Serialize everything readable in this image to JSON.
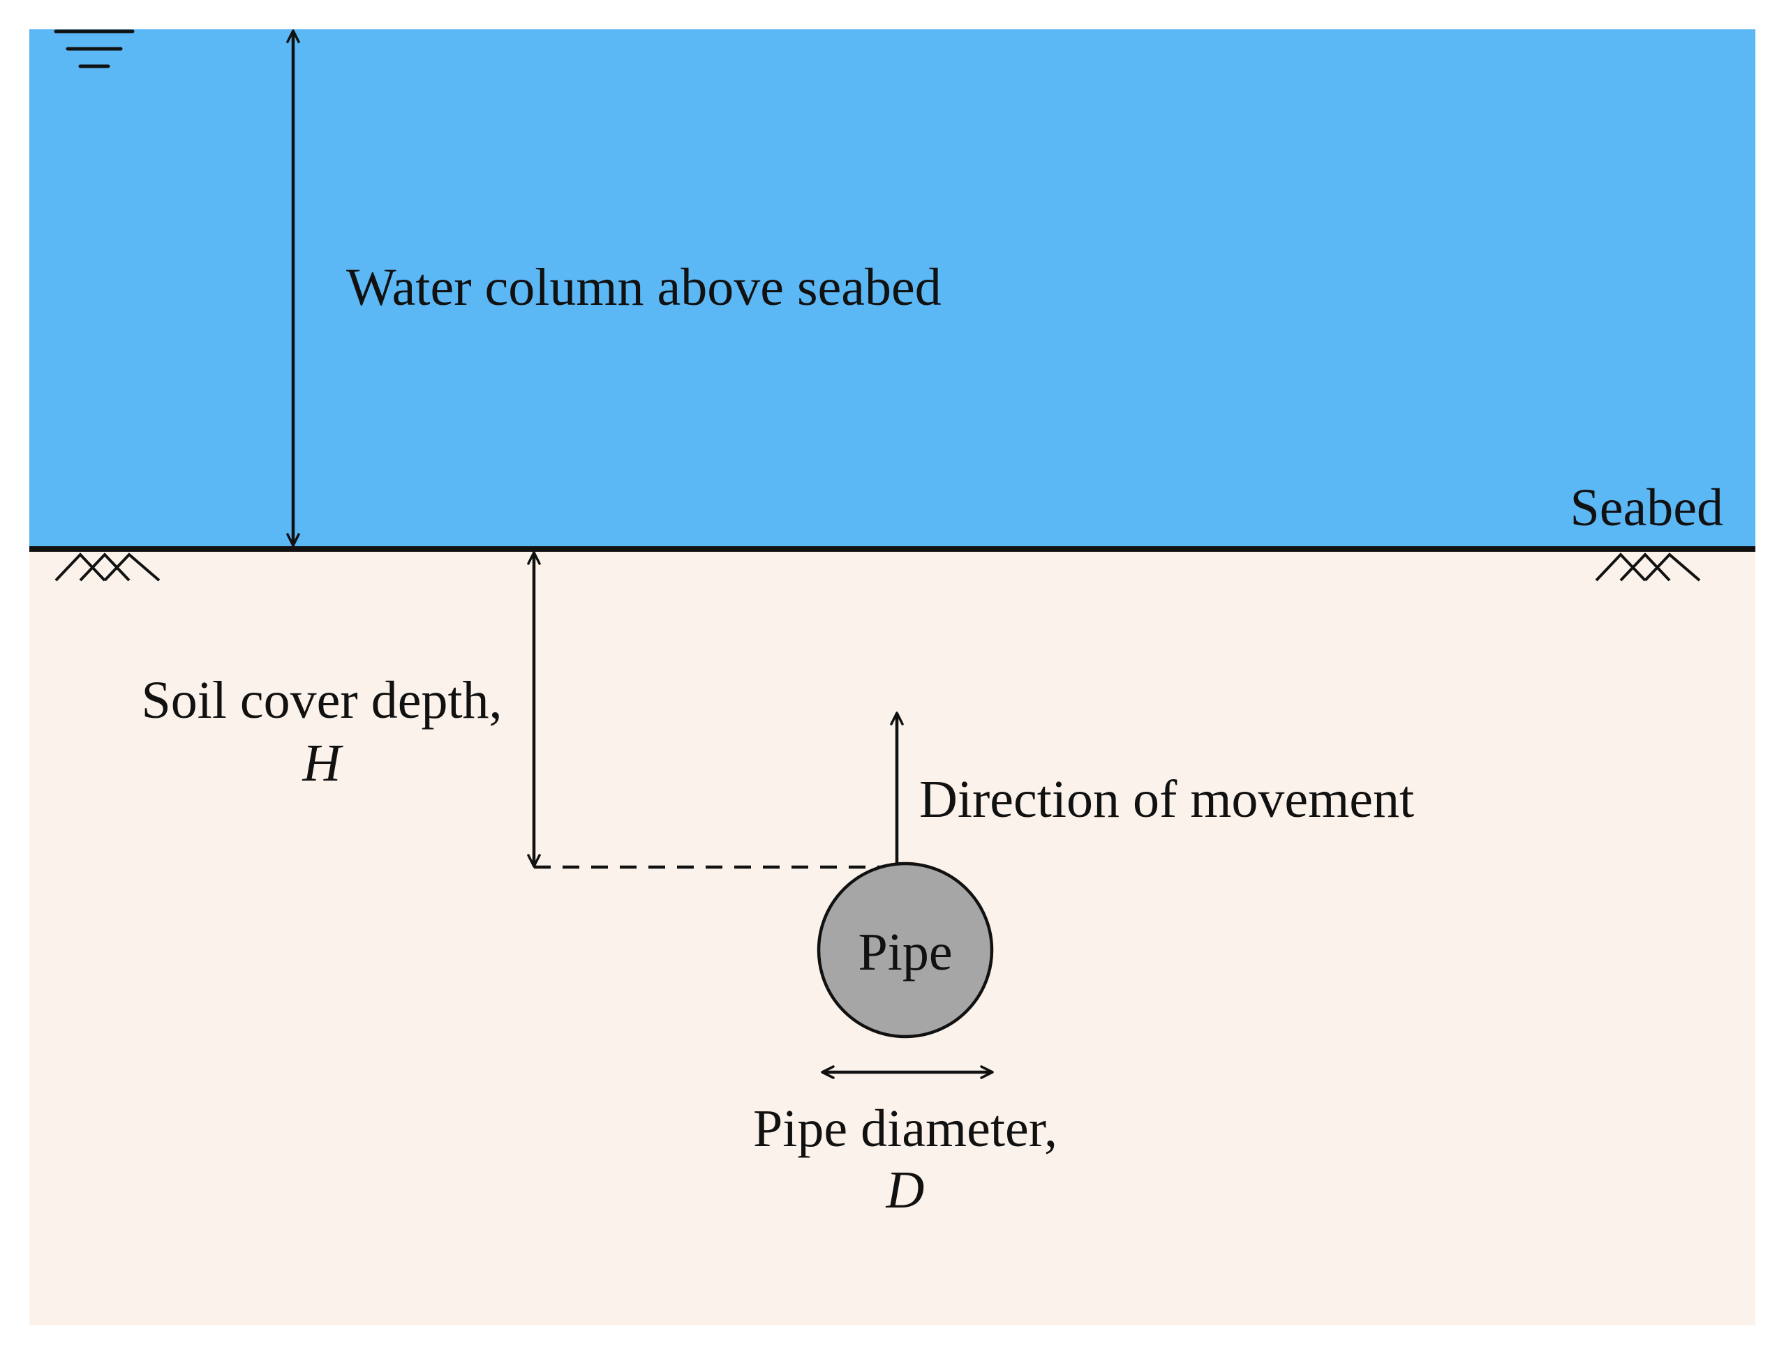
{
  "labels": {
    "water_column": "Water column above seabed",
    "seabed": "Seabed",
    "soil_cover_depth": "Soil cover depth,",
    "soil_cover_symbol": "H",
    "direction_of_movement": "Direction of movement",
    "pipe": "Pipe",
    "pipe_diameter": "Pipe diameter,",
    "pipe_diameter_symbol": "D"
  },
  "colors": {
    "water": "#5cb7f5",
    "soil": "#fbf3eb",
    "pipe_fill": "#a6a6a6",
    "line": "#111111"
  },
  "icons": {
    "water_surface": "water-surface-symbol-icon",
    "ground_hatch": "ground-hatch-icon"
  }
}
